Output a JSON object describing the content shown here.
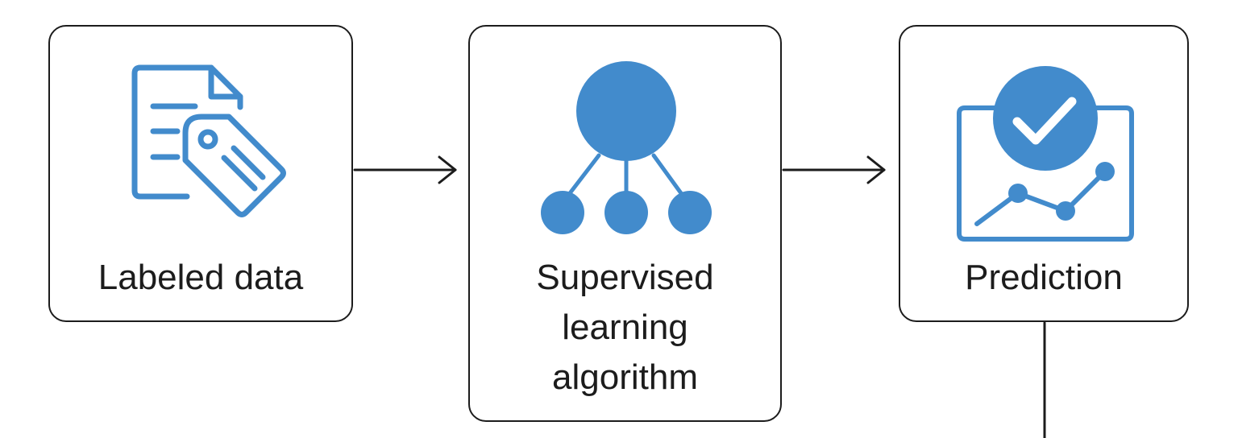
{
  "diagram": {
    "nodes": [
      {
        "label": "Labeled data",
        "icon": "document-tag-icon"
      },
      {
        "label": "Supervised\nlearning\nalgorithm",
        "icon": "network-icon"
      },
      {
        "label": "Prediction",
        "icon": "checkmark-chart-icon"
      }
    ],
    "colors": {
      "accent": "#428bcc",
      "outline": "#1c1c1c",
      "background": "#ffffff"
    }
  }
}
